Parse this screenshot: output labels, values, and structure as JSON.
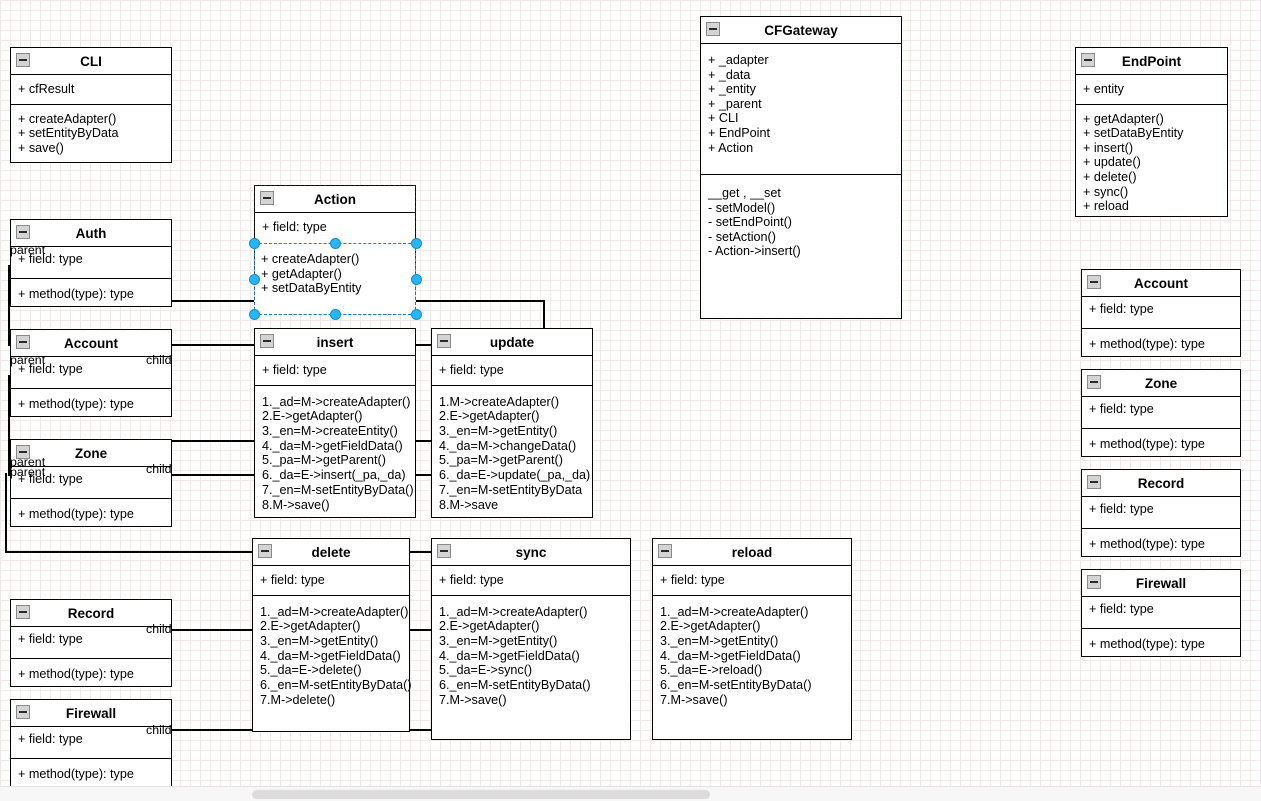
{
  "app": {
    "icons": {
      "collapse": "collapse-minus-icon"
    }
  },
  "classes": {
    "cli": {
      "name": "CLI",
      "attributes": [
        "+ cfResult"
      ],
      "methods": [
        "+ createAdapter()",
        "+ setEntityByData",
        "+ save()"
      ]
    },
    "cfgateway": {
      "name": "CFGateway",
      "attributes": [
        "+ _adapter",
        "+ _data",
        "+ _entity",
        "+ _parent",
        "+ CLI",
        "+ EndPoint",
        "+ Action"
      ],
      "methods": [
        "__get , __set",
        "- setModel()",
        "- setEndPoint()",
        "- setAction()",
        "- Action->insert()"
      ]
    },
    "endpoint": {
      "name": "EndPoint",
      "attributes": [
        "+  entity"
      ],
      "methods": [
        "+ getAdapter()",
        "+ setDataByEntity",
        "+ insert()",
        "+ update()",
        "+ delete()",
        "+ sync()",
        "+ reload"
      ]
    },
    "action": {
      "name": "Action",
      "attributes": [
        "+ field: type"
      ],
      "methods": [
        "+ createAdapter()",
        "+ getAdapter()",
        "+ setDataByEntity"
      ],
      "selected": true
    },
    "insert": {
      "name": "insert",
      "attributes": [
        "+ field: type"
      ],
      "methods": [
        "1._ad=M->createAdapter()",
        "2.E->getAdapter()",
        "3._en=M->createEntity()",
        "4._da=M->getFieldData()",
        "5._pa=M->getParent()",
        "6._da=E->insert(_pa,_da)",
        "7._en=M-setEntityByData()",
        "8.M->save()"
      ]
    },
    "update": {
      "name": "update",
      "attributes": [
        "+ field: type"
      ],
      "methods": [
        "1.M->createAdapter()",
        "2.E->getAdapter()",
        "3._en=M->getEntity()",
        "4._da=M->changeData()",
        "5._pa=M->getParent()",
        "6._da=E->update(_pa,_da)",
        "7._en=M-setEntityByData",
        "8.M->save"
      ]
    },
    "delete": {
      "name": "delete",
      "attributes": [
        "+ field: type"
      ],
      "methods": [
        "1._ad=M->createAdapter()",
        "2.E->getAdapter()",
        "3._en=M->getEntity()",
        "4._da=M->getFieldData()",
        "5._da=E->delete()",
        "6._en=M-setEntityByData()",
        "7.M->delete()"
      ]
    },
    "sync": {
      "name": "sync",
      "attributes": [
        "+ field: type"
      ],
      "methods": [
        "1._ad=M->createAdapter()",
        "2.E->getAdapter()",
        "3._en=M->getEntity()",
        "4._da=M->getFieldData()",
        "5._da=E->sync()",
        "6._en=M-setEntityByData()",
        "7.M->save()"
      ]
    },
    "reload": {
      "name": "reload",
      "attributes": [
        "+ field: type"
      ],
      "methods": [
        "1._ad=M->createAdapter()",
        "2.E->getAdapter()",
        "3._en=M->getEntity()",
        "4._da=M->getFieldData()",
        "5._da=E->reload()",
        "6._en=M-setEntityByData()",
        "7.M->save()"
      ]
    },
    "auth_left": {
      "name": "Auth",
      "attributes": [
        "+ field: type"
      ],
      "methods": [
        "+ method(type): type"
      ]
    },
    "account_left": {
      "name": "Account",
      "attributes": [
        "+ field: type"
      ],
      "methods": [
        "+ method(type): type"
      ]
    },
    "zone_left": {
      "name": "Zone",
      "attributes": [
        "+ field: type"
      ],
      "methods": [
        "+ method(type): type"
      ]
    },
    "record_left": {
      "name": "Record",
      "attributes": [
        "+ field: type"
      ],
      "methods": [
        "+ method(type): type"
      ]
    },
    "firewall_left": {
      "name": "Firewall",
      "attributes": [
        "+ field: type"
      ],
      "methods": [
        "+ method(type): type"
      ]
    },
    "account_right": {
      "name": "Account",
      "attributes": [
        "+ field: type"
      ],
      "methods": [
        "+ method(type): type"
      ]
    },
    "zone_right": {
      "name": "Zone",
      "attributes": [
        "+ field: type"
      ],
      "methods": [
        "+ method(type): type"
      ]
    },
    "record_right": {
      "name": "Record",
      "attributes": [
        "+ field: type"
      ],
      "methods": [
        "+ method(type): type"
      ]
    },
    "firewall_right": {
      "name": "Firewall",
      "attributes": [
        "+ field: type"
      ],
      "methods": [
        "+ method(type): type"
      ]
    }
  },
  "edge_labels": {
    "auth_parent": "parent",
    "account_parent": "parent",
    "account_child": "child",
    "zone_parent_a": "parent",
    "zone_parent_b": "parent",
    "zone_child": "child",
    "record_child": "child",
    "firewall_child": "child"
  },
  "colors": {
    "selection_handle": "#29b6f6",
    "selection_border": "#1a7fd4",
    "class_border": "#000000",
    "grid_major": "#d8d8d8",
    "grid_minor": "#f4e8e8",
    "scrollbar_thumb": "#dcdcdc"
  }
}
